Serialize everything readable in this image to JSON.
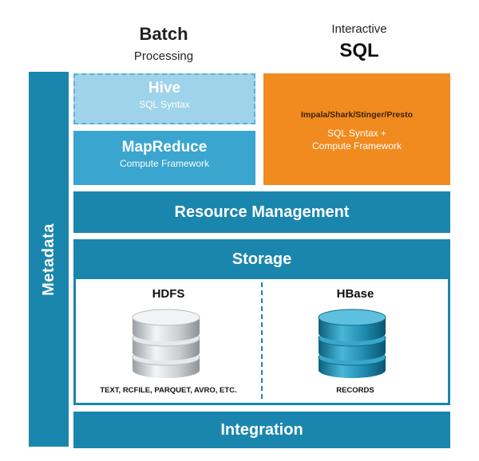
{
  "headers": {
    "batch_title": "Batch",
    "batch_sub": "Processing",
    "sql_sub": "Interactive",
    "sql_title": "SQL"
  },
  "metadata": {
    "label": "Metadata"
  },
  "hive": {
    "title": "Hive",
    "subtitle": "SQL Syntax"
  },
  "mapreduce": {
    "title": "MapReduce",
    "subtitle": "Compute Framework"
  },
  "interactive_sql": {
    "tools": "Impala/Shark/Stinger/Presto",
    "line1": "SQL Syntax +",
    "line2": "Compute Framework"
  },
  "resource_management": {
    "label": "Resource Management"
  },
  "storage": {
    "label": "Storage",
    "hdfs": {
      "title": "HDFS",
      "caption": "TEXT, RCFILE, PARQUET, AVRO, ETC.",
      "icon": "database-icon-silver"
    },
    "hbase": {
      "title": "HBase",
      "caption": "RECORDS",
      "icon": "database-icon-teal"
    }
  },
  "integration": {
    "label": "Integration"
  },
  "colors": {
    "primary_blue": "#1a86ad",
    "light_blue": "#9fd3ea",
    "mid_blue": "#3aa5cf",
    "orange": "#f18a1f"
  }
}
